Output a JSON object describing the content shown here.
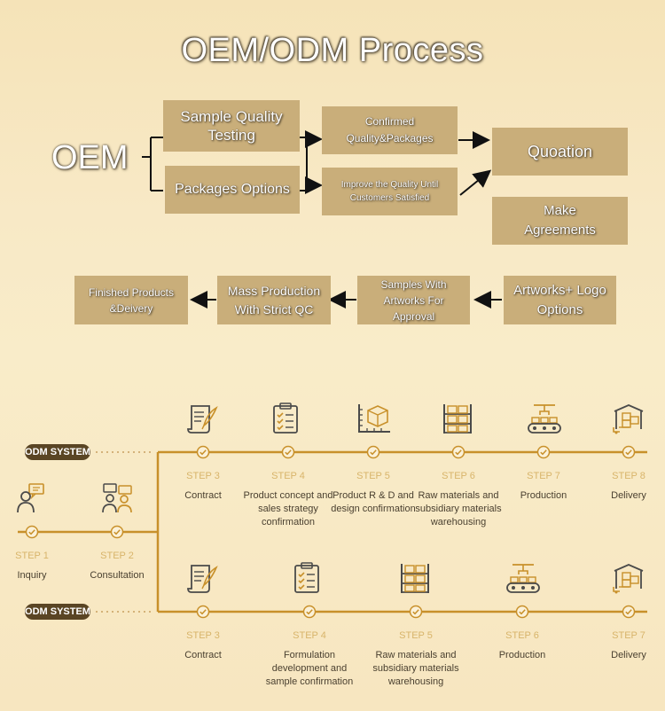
{
  "title": "OEM/ODM Process",
  "oem": {
    "label": "OEM",
    "sample_quality": "Sample Quality Testing",
    "packages_options": "Packages Options",
    "confirmed": "Confirmed Quality&Packages",
    "improve": "Improve the Quality Until Customers Satisfied",
    "quotation": "Quoation",
    "agreements": "Make Agreements",
    "artworks": "Artworks+ Logo Options",
    "samples_approval": "Samples With Artworks For Approval",
    "mass_production": "Mass Production With Strict QC",
    "finished": "Finished Products &Deivery"
  },
  "odm": {
    "badge": "ODM SYSTEM",
    "common_steps": [
      {
        "step": "STEP 1",
        "label": "Inquiry",
        "icon": "person-chat-icon"
      },
      {
        "step": "STEP 2",
        "label": "Consultation",
        "icon": "consultation-icon"
      }
    ],
    "system1": [
      {
        "step": "STEP 3",
        "label": "Contract",
        "icon": "scroll-quill-icon"
      },
      {
        "step": "STEP 4",
        "label": "Product concept and sales strategy confirmation",
        "icon": "checklist-icon"
      },
      {
        "step": "STEP 5",
        "label": "Product R & D and design confirmation",
        "icon": "box-ruler-icon"
      },
      {
        "step": "STEP 6",
        "label": "Raw materials and subsidiary materials warehousing",
        "icon": "shelves-icon"
      },
      {
        "step": "STEP 7",
        "label": "Production",
        "icon": "conveyor-icon"
      },
      {
        "step": "STEP 8",
        "label": "Delivery",
        "icon": "delivery-icon"
      }
    ],
    "system2": [
      {
        "step": "STEP 3",
        "label": "Contract",
        "icon": "scroll-quill-icon"
      },
      {
        "step": "STEP 4",
        "label": "Formulation development and sample confirmation",
        "icon": "checklist-icon"
      },
      {
        "step": "STEP 5",
        "label": "Raw materials and subsidiary materials warehousing",
        "icon": "shelves-icon"
      },
      {
        "step": "STEP 6",
        "label": "Production",
        "icon": "conveyor-icon"
      },
      {
        "step": "STEP 7",
        "label": "Delivery",
        "icon": "delivery-icon"
      }
    ]
  },
  "colors": {
    "box": "#c9ae7a",
    "line": "#c8902a",
    "badge": "#5a4524",
    "step_text": "#d8b46a"
  }
}
